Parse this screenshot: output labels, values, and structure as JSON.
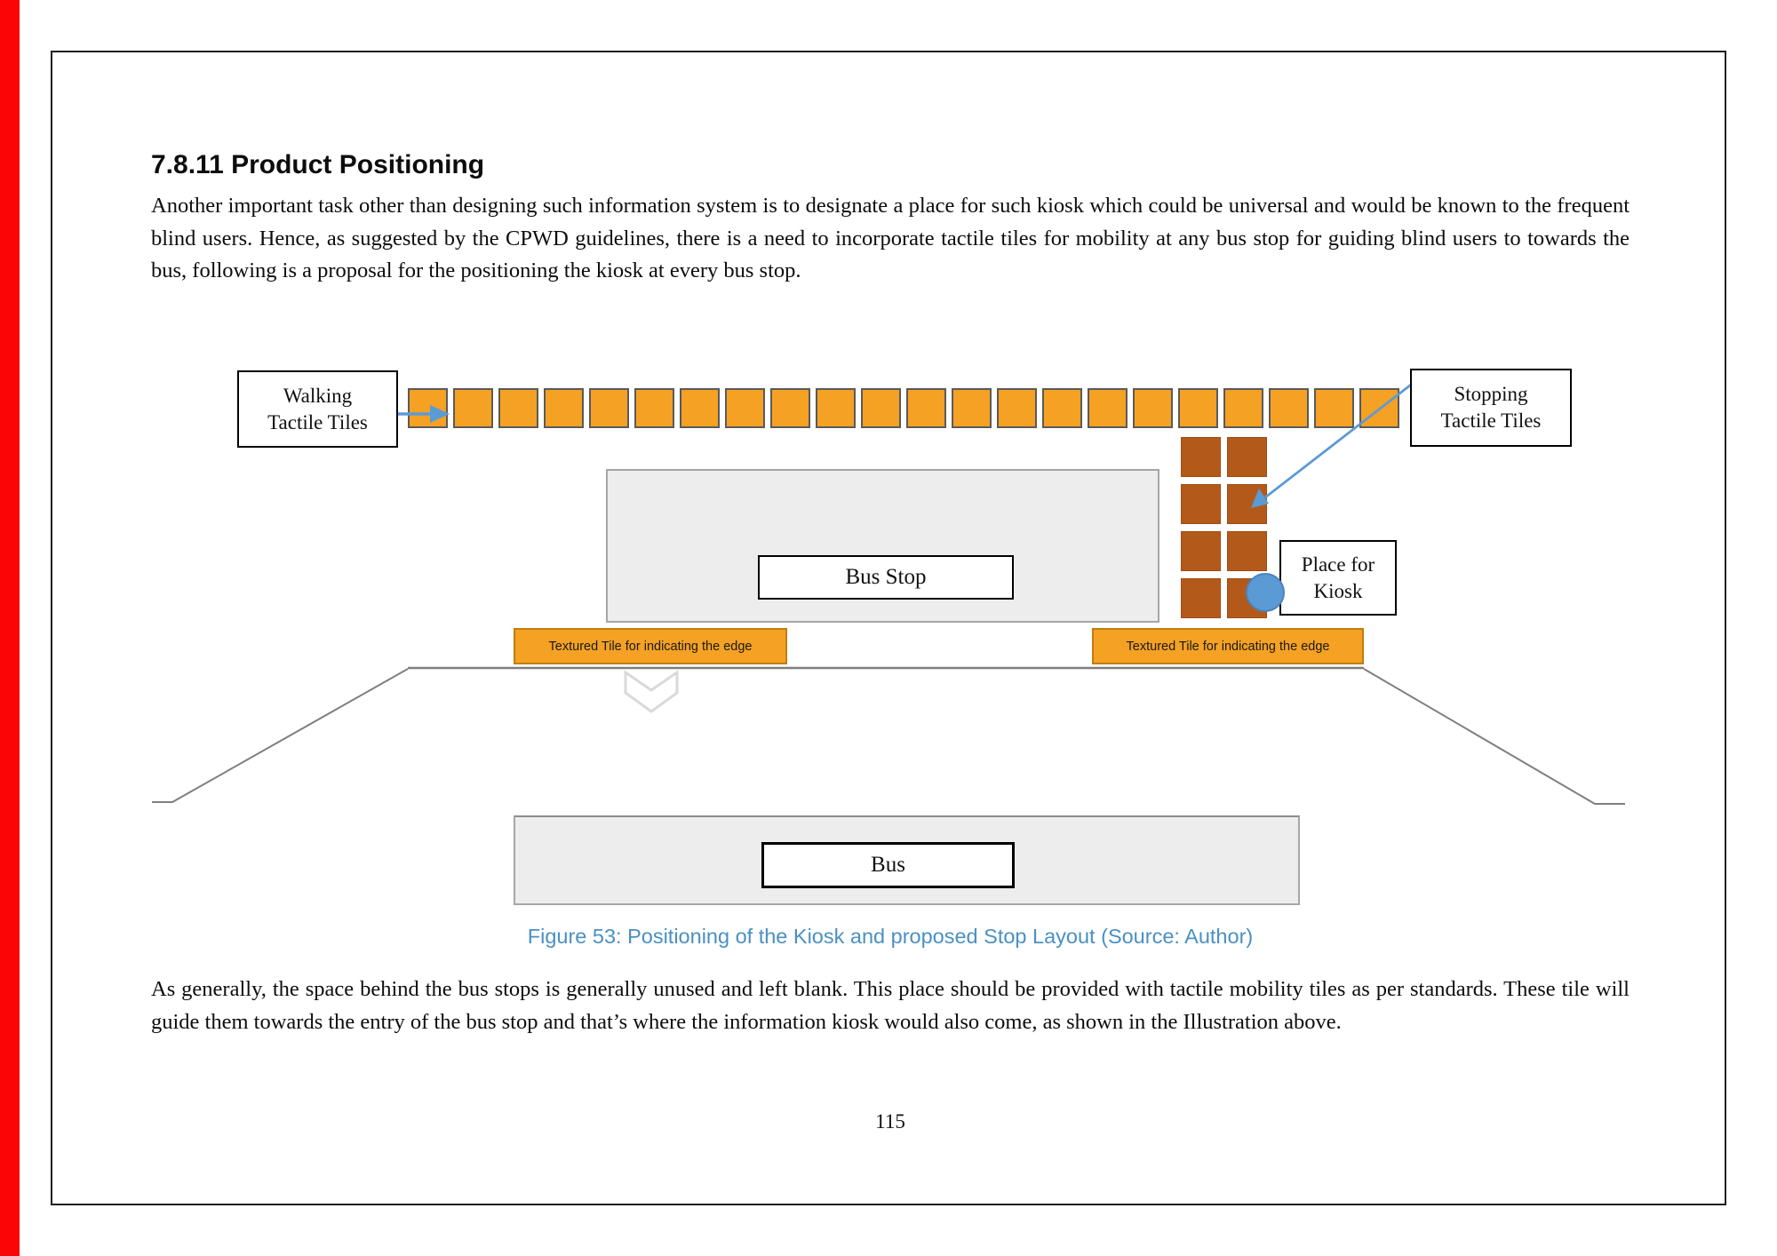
{
  "page": {
    "heading": "7.8.11 Product Positioning",
    "paragraph1": "Another important task other than designing such information system is to designate a place for such kiosk which could be universal and would be known to the frequent blind users. Hence, as suggested by the CPWD guidelines, there is a need to incorporate tactile tiles for mobility at any bus stop for guiding blind users to towards the bus, following is a proposal for the positioning the kiosk at every bus stop.",
    "figure_caption": "Figure 53: Positioning of the Kiosk and proposed Stop Layout (Source: Author)",
    "paragraph2": "As generally, the space behind the bus stops is generally unused and left blank. This place should be provided with tactile mobility tiles as per standards. These tile will guide them towards the entry of the bus stop and that’s where the information kiosk would also come, as shown in the Illustration above.",
    "page_number": "115"
  },
  "diagram": {
    "labels": {
      "walking": "Walking\nTactile Tiles",
      "stopping": "Stopping\nTactile Tiles",
      "kiosk": "Place for\nKiosk",
      "bus_stop": "Bus Stop",
      "bus": "Bus",
      "textured_edge_left": "Textured Tile for indicating the edge",
      "textured_edge_right": "Textured Tile for indicating the edge"
    },
    "walking_tiles_count": 22,
    "stopping_tiles": {
      "rows": 4,
      "cols": 2
    },
    "colors": {
      "walking_tile_orange": "#f5a123",
      "edge_bar_border": "#c07d0e",
      "stopping_tile_brown": "#b35a1b",
      "arrow_and_circle_blue": "#5b9bd5",
      "caption_blue": "#4a90c2",
      "shelter_fill": "#ededed",
      "shelter_border": "#a6a6a6",
      "road_line_gray": "#7f7f7f",
      "chevron_gray": "#d9d9d9",
      "left_edge_red": "#fa0606"
    }
  }
}
